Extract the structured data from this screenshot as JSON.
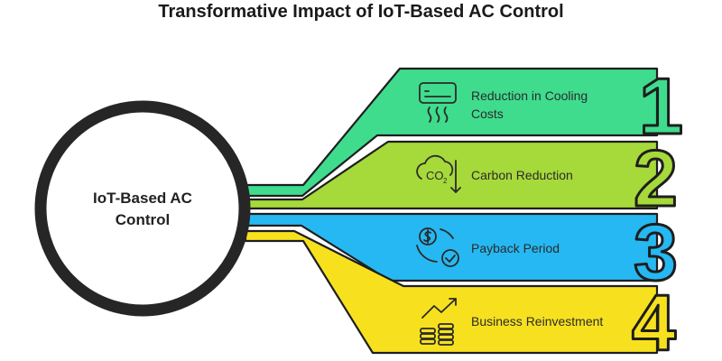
{
  "title": "Transformative Impact of IoT-Based AC Control",
  "hub": {
    "label_line1": "IoT-Based AC",
    "label_line2": "Control"
  },
  "items": [
    {
      "number": "1",
      "label": "Reduction in Cooling Costs",
      "icon": "ac-unit-icon",
      "color": "#3fdc8e"
    },
    {
      "number": "2",
      "label": "Carbon Reduction",
      "icon": "co2-down-icon",
      "color": "#a6d93a"
    },
    {
      "number": "3",
      "label": "Payback Period",
      "icon": "dollar-cycle-icon",
      "color": "#26b8f2"
    },
    {
      "number": "4",
      "label": "Business Reinvestment",
      "icon": "growth-coins-icon",
      "color": "#f7e11e"
    }
  ]
}
